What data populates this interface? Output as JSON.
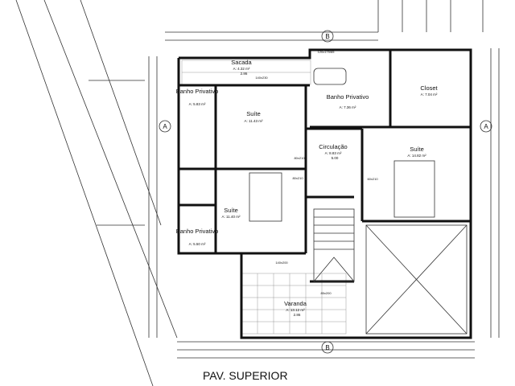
{
  "title": "PAV. SUPERIOR",
  "rooms": [
    {
      "name": "Sacada",
      "area": "A: 4.32 m²",
      "level": "2.86"
    },
    {
      "name": "Banho Privativo",
      "area": "A: 5.83 m²"
    },
    {
      "name": "Suíte",
      "area": "A: 11.43 m²"
    },
    {
      "name": "Banho Privativo",
      "area": "A: 7.36 m²"
    },
    {
      "name": "Closet",
      "area": "A: 7.04 m²"
    },
    {
      "name": "Circulação",
      "area": "A: 8.83 m²",
      "level": "5.00"
    },
    {
      "name": "Suíte",
      "area": "A: 14.82 m²"
    },
    {
      "name": "Suíte",
      "area": "A: 11.40 m²"
    },
    {
      "name": "Banho Privativo",
      "area": "A: 5.50 m²"
    },
    {
      "name": "Varanda",
      "area": "A: 13.12 m²",
      "level": "2.86"
    }
  ],
  "openings": [
    "140x230",
    "120x175/65",
    "80x210",
    "60x210",
    "80x210",
    "140x200",
    "85x200"
  ],
  "section_markers": {
    "a": "A",
    "b": "B"
  }
}
